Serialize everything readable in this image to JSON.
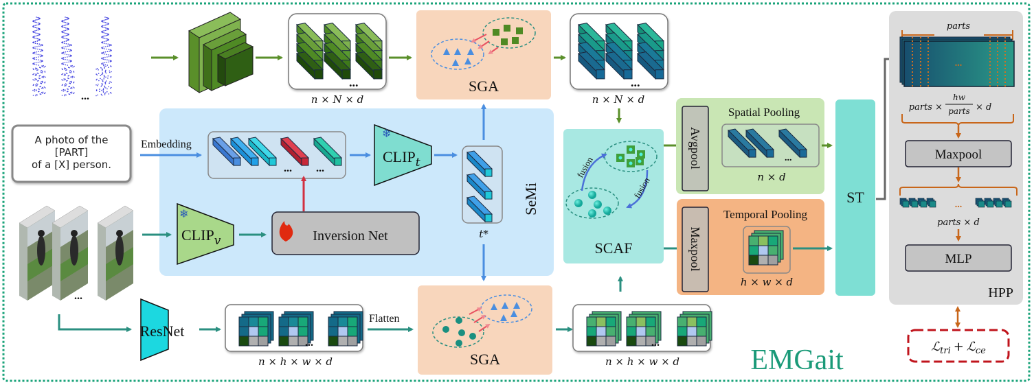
{
  "title": "EMGait",
  "colors": {
    "frame_border": "#1aa37a",
    "green_arrow": "#5a8f2a",
    "teal_arrow": "#2a8f80",
    "blue_arrow": "#4a8ee0",
    "red_arrow": "#d23040",
    "orange_arrow": "#c8661a",
    "gray_arrow": "#666666",
    "semi_bg": "#cce8fb",
    "sga_bg": "#f8d6bc",
    "scaf_bg": "#a8e8e2",
    "spatial_bg": "#c9e6b4",
    "temporal_bg": "#f4b483",
    "st_bg": "#7edfd4",
    "hpp_bg": "#dcdcdc",
    "loss_border": "#c0141c",
    "title_color": "#1a9a78"
  },
  "inputs": {
    "point_cloud_ellipsis": "...",
    "rgb_ellipsis": "...",
    "prompt_text": [
      "A photo of the",
      "[PART]",
      "of a [X] person."
    ]
  },
  "labels": {
    "embedding": "Embedding",
    "flatten": "Flatten",
    "fusion_1": "fusion",
    "fusion_2": "fusion",
    "ellipsis": "..."
  },
  "modules": {
    "sga_top": "SGA",
    "sga_bottom": "SGA",
    "semi": "SeMi",
    "clip_t": "CLIP",
    "clip_t_sub": "t",
    "clip_v": "CLIP",
    "clip_v_sub": "v",
    "inversion_net": "Inversion Net",
    "resnet": "ResNet",
    "scaf": "SCAF",
    "avgpool": "Avgpool",
    "maxpool_vertical": "Maxpool",
    "spatial_pooling": "Spatial Pooling",
    "temporal_pooling": "Temporal Pooling",
    "st": "ST",
    "hpp": "HPP",
    "hpp_maxpool": "Maxpool",
    "mlp": "MLP"
  },
  "dims": {
    "point_feat": "n × N × d",
    "point_feat_out": "n × N × d",
    "rgb_feat": "n × h × w × d",
    "rgb_feat_out": "n × h × w × d",
    "t_star": "t*",
    "spatial_out": "n × d",
    "temporal_out": "h × w × d",
    "parts_label": "parts",
    "parts_split_prefix": "parts ×",
    "parts_split_num": "hw",
    "parts_split_den": "parts",
    "parts_split_suffix": "× d",
    "parts_d": "parts × d"
  },
  "loss": {
    "term1": "ℒ",
    "term1_sub": "tri",
    "plus": "+",
    "term2": "ℒ",
    "term2_sub": "ce"
  }
}
